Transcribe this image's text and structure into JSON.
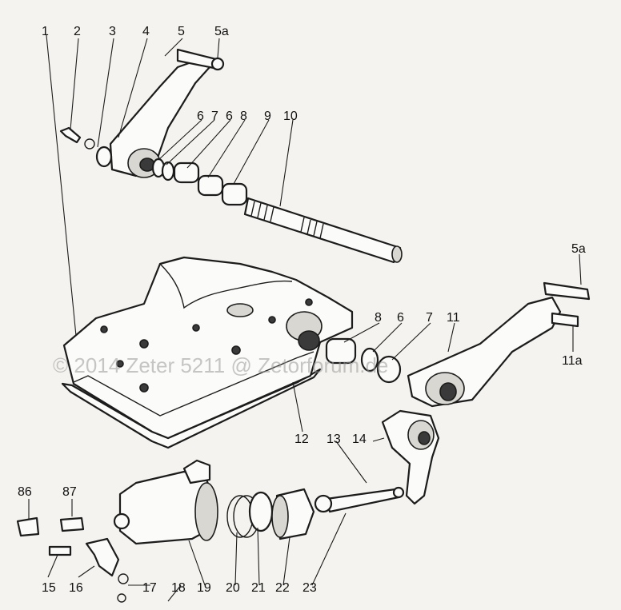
{
  "watermark": "© 2014 Zeter 5211 @ Zetorforum.de",
  "labels": {
    "n1": "1",
    "n2": "2",
    "n3": "3",
    "n4": "4",
    "n5": "5",
    "n5a_top": "5a",
    "n6_a": "6",
    "n7_a": "7",
    "n6_b": "6",
    "n8_a": "8",
    "n9": "9",
    "n10": "10",
    "n5a_right": "5a",
    "n11a": "11a",
    "n8_b": "8",
    "n6_c": "6",
    "n7_b": "7",
    "n11": "11",
    "n12": "12",
    "n13": "13",
    "n14": "14",
    "n86": "86",
    "n87": "87",
    "n15": "15",
    "n16": "16",
    "n17": "17",
    "n18": "18",
    "n19": "19",
    "n20": "20",
    "n21": "21",
    "n22": "22",
    "n23": "23"
  }
}
